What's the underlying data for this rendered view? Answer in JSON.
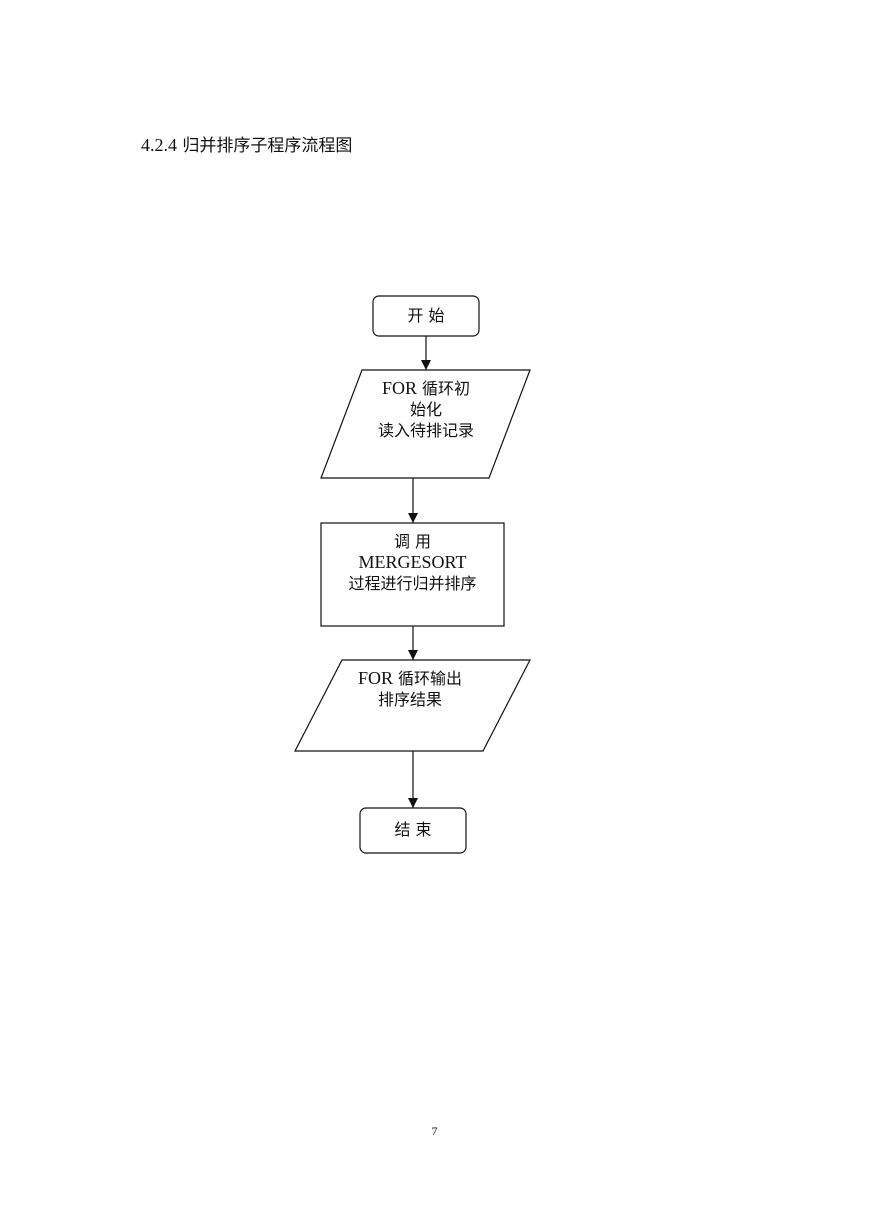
{
  "heading": {
    "number": "4.2.4",
    "title": "归并排序子程序流程图"
  },
  "flowchart": {
    "start": {
      "label": "开  始"
    },
    "init": {
      "line1_en": "FOR",
      "line1_zh": " 循环初",
      "line2": "始化",
      "line3": "读入待排记录"
    },
    "call": {
      "line1": "调  用",
      "line2": "MERGESORT",
      "line3": "过程进行归并排序"
    },
    "output": {
      "line1_en": "FOR",
      "line1_zh": " 循环输出",
      "line2": "排序结果"
    },
    "end": {
      "label": "结  束"
    }
  },
  "page_number": "7"
}
